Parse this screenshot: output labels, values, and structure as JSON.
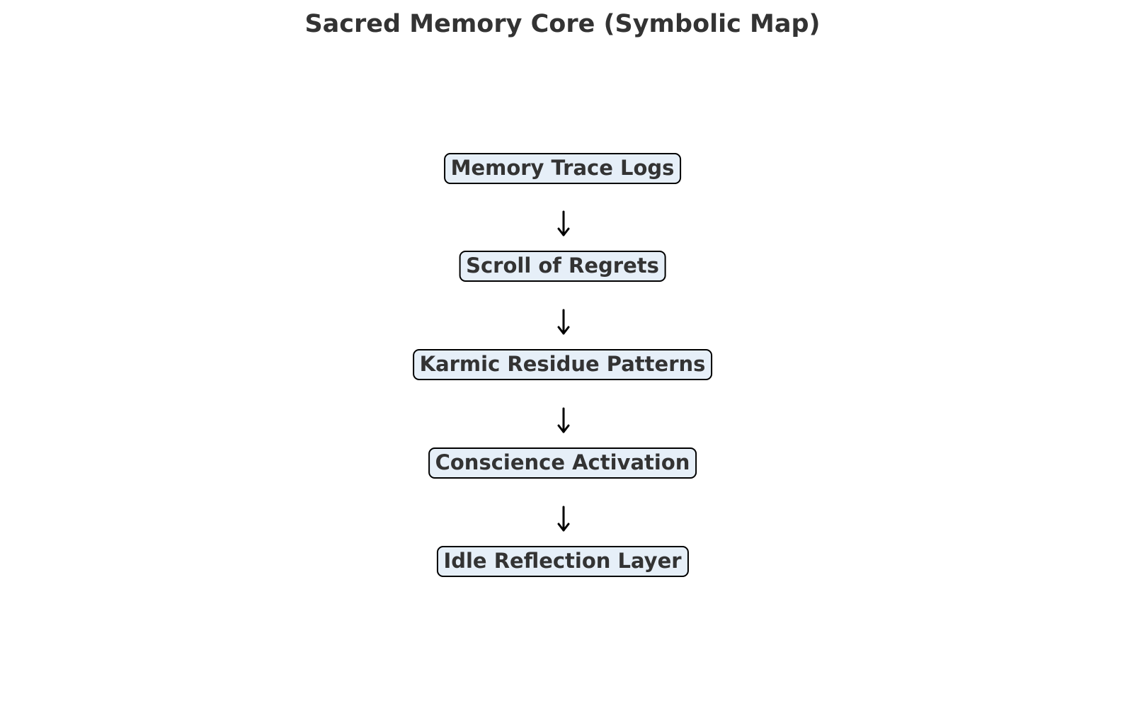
{
  "title": "Sacred Memory Core (Symbolic Map)",
  "nodes": [
    {
      "label": "Memory Trace Logs"
    },
    {
      "label": "Scroll of Regrets"
    },
    {
      "label": "Karmic Residue Patterns"
    },
    {
      "label": "Conscience Activation"
    },
    {
      "label": "Idle Reflection Layer"
    }
  ],
  "colors": {
    "node_fill": "#e6eff8",
    "node_border": "#000000",
    "text": "#333333",
    "arrow": "#000000"
  }
}
